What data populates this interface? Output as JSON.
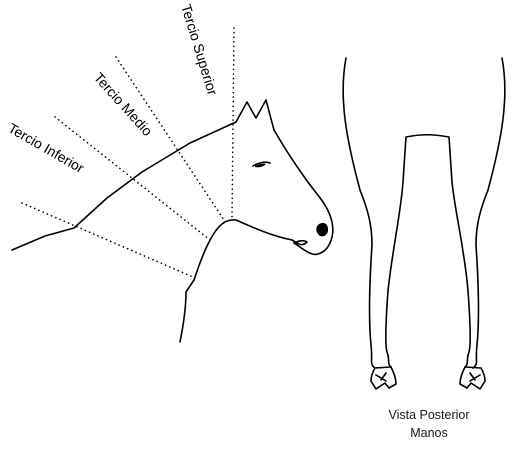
{
  "neck_regions": {
    "inferior": "Tercio Inferior",
    "medio": "Tercio Medio",
    "superior": "Tercio Superior"
  },
  "legs_caption": {
    "line1": "Vista Posterior",
    "line2": "Manos"
  }
}
